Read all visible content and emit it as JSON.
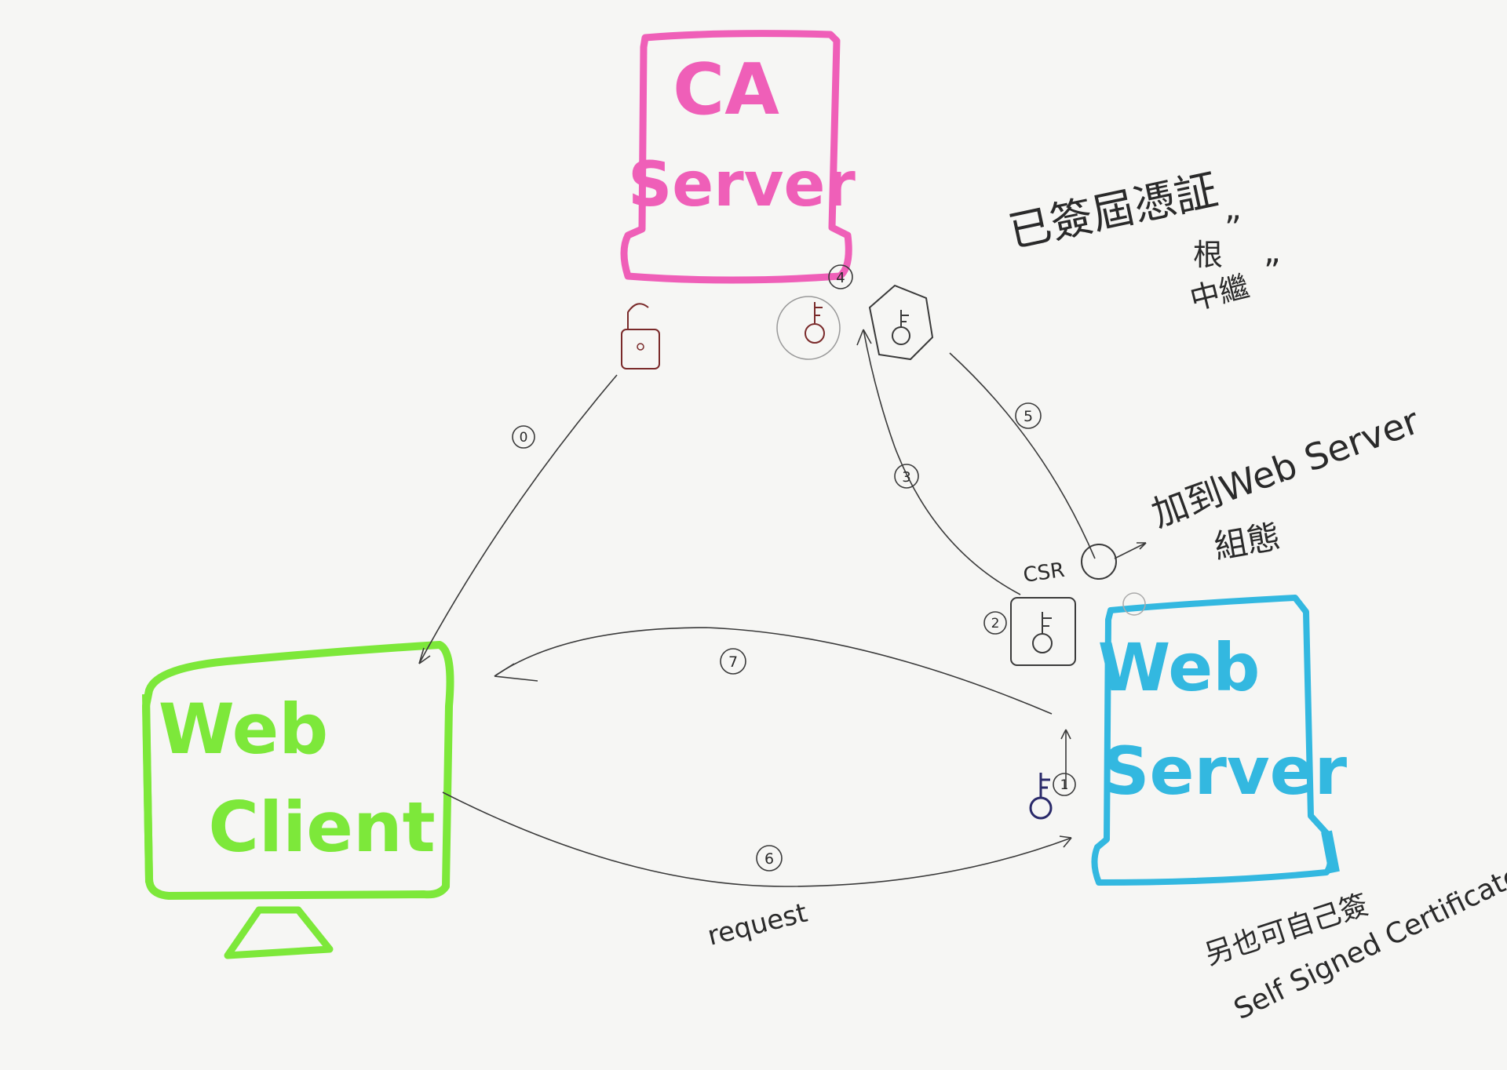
{
  "nodes": {
    "ca_server": {
      "line1": "CA",
      "line2": "Server",
      "color": "#ef5fb8"
    },
    "web_client": {
      "line1": "Web",
      "line2": "Client",
      "color": "#7de83a"
    },
    "web_server": {
      "line1": "Web",
      "line2": "Server",
      "color": "#33b8e0"
    }
  },
  "step_labels": {
    "s0": "0",
    "s1": "1",
    "s2": "2",
    "s3": "3",
    "s4": "4",
    "s5": "5",
    "s6": "6",
    "s7": "7"
  },
  "annotations": {
    "signed_cert": "已簽屆憑証",
    "root": "根",
    "intermediate": "中繼",
    "quote1": "”",
    "quote2": "”",
    "add_to_web_server": "加到Web Server",
    "config": "組態",
    "csr": "CSR",
    "request": "request",
    "self_sign_zh": "另也可自己簽",
    "self_sign_en": "Self Signed Certificate"
  },
  "colors": {
    "ink": "#3a3a3a",
    "key_red": "#7a2a2a",
    "key_blue": "#2a2a6a"
  }
}
